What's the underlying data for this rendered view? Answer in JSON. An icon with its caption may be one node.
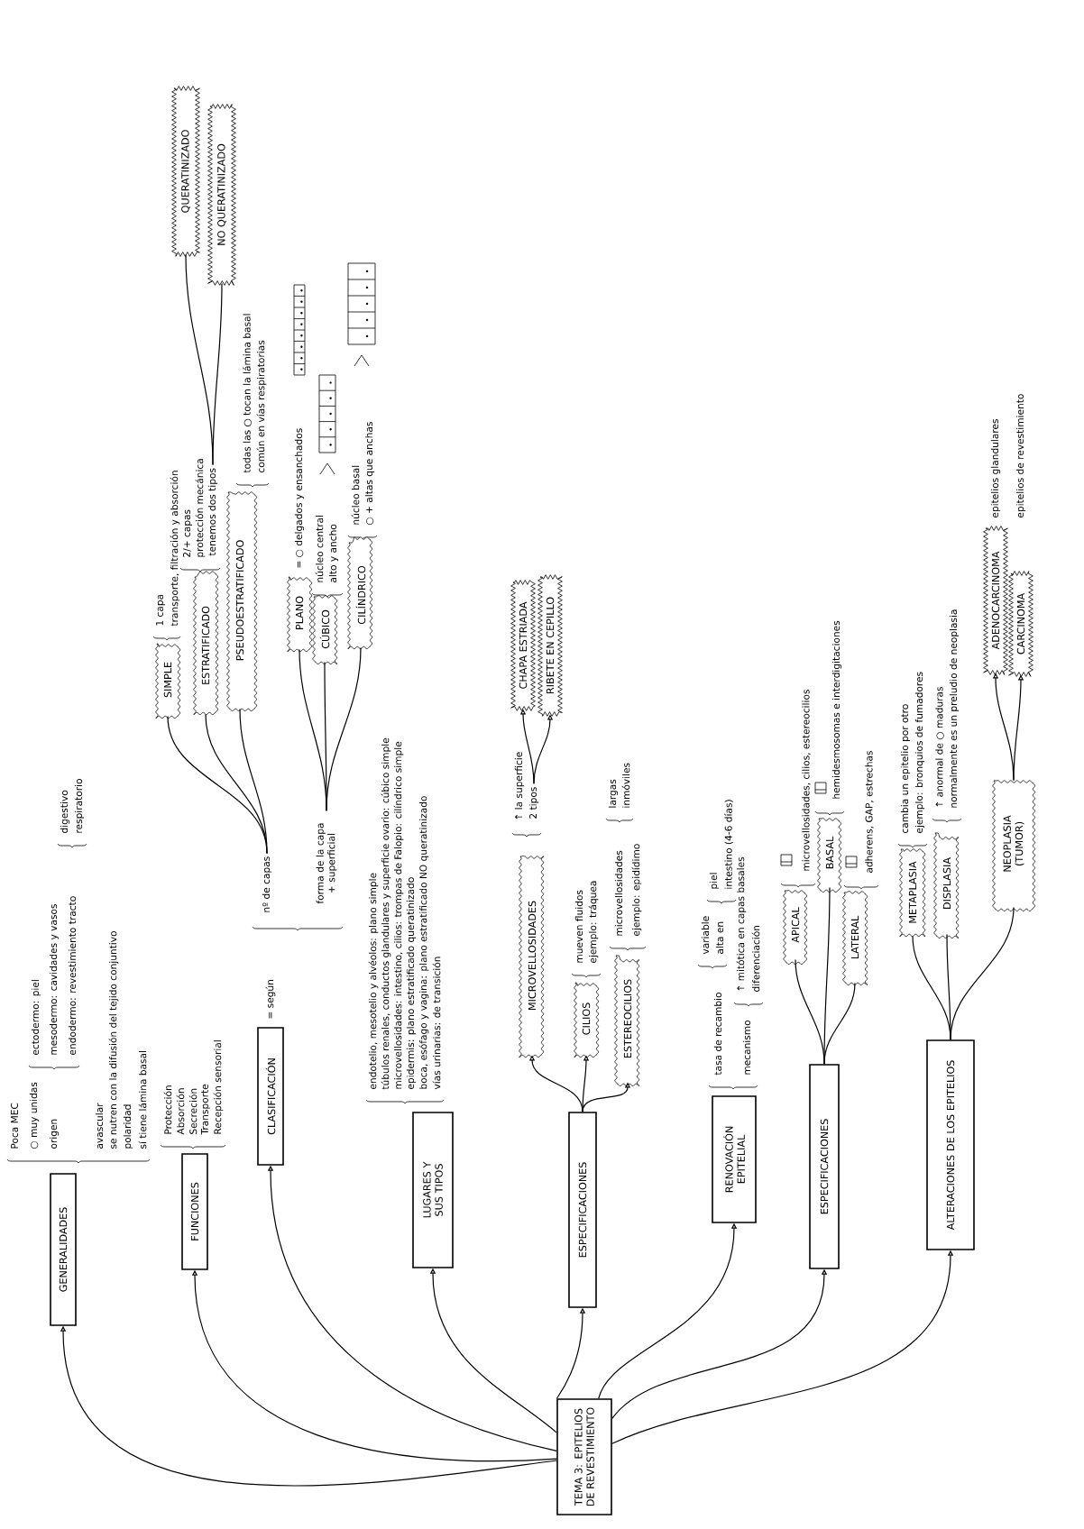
{
  "diagram": {
    "nodes": [
      {
        "text": [
          "TEMA 3: EPITELIOS DE REVESTIMIENTO"
        ]
      },
      {
        "text": [
          "GENERALIDADES"
        ]
      },
      {
        "text": [
          "FUNCIONES"
        ]
      },
      {
        "text": [
          "CLASIFICACIÓN"
        ]
      },
      {
        "text": [
          "nº de capas"
        ]
      },
      {
        "text": [
          "forma de la capa + superficial"
        ]
      },
      {
        "text": [
          "SIMPLE"
        ]
      },
      {
        "text": [
          "ESTRATIFICADO"
        ]
      },
      {
        "text": [
          "tenemos dos tipos"
        ]
      },
      {
        "text": [
          "QUERATINIZADO"
        ]
      },
      {
        "text": [
          "NO QUERATINIZADO"
        ]
      },
      {
        "text": [
          "PSEUDOESTRATIFICADO"
        ]
      },
      {
        "text": [
          "PLANO"
        ]
      },
      {
        "text": [
          "CÚBICO"
        ]
      },
      {
        "text": [
          "CILÍNDRICO"
        ]
      },
      {
        "text": [
          "LUGARES Y SUS TIPOS"
        ]
      },
      {
        "text": [
          "ESPECIFICACIONES"
        ]
      },
      {
        "text": [
          "MICROVELLOSIDADES"
        ]
      },
      {
        "text": [
          "2 tipos"
        ]
      },
      {
        "text": [
          "CHAPA ESTRIADA"
        ]
      },
      {
        "text": [
          "RIBETE EN CEPILLO"
        ]
      },
      {
        "text": [
          "CILIOS"
        ]
      },
      {
        "text": [
          "ESTEREOCILIOS"
        ]
      },
      {
        "text": [
          "RENOVACIÓN EPITELIAL"
        ]
      },
      {
        "text": [
          "ESPECIFICACIONES"
        ]
      },
      {
        "text": [
          "APICAL"
        ]
      },
      {
        "text": [
          "BASAL"
        ]
      },
      {
        "text": [
          "LATERAL"
        ]
      },
      {
        "text": [
          "ALTERACIONES DE LOS EPITELIOS"
        ]
      },
      {
        "text": [
          "METAPLASIA"
        ]
      },
      {
        "text": [
          "DISPLASIA"
        ]
      },
      {
        "text": [
          "NEOPLASIA (TUMOR)"
        ]
      },
      {
        "text": [
          "ADENOCARCINOMA"
        ]
      },
      {
        "text": [
          "CARCINOMA"
        ]
      }
    ],
    "edges": [
      {
        "from": 0,
        "to": 1,
        "arrow": "to"
      },
      {
        "from": 0,
        "to": 2,
        "arrow": "to"
      },
      {
        "from": 0,
        "to": 3,
        "arrow": "to"
      },
      {
        "from": 0,
        "to": 15,
        "arrow": "to"
      },
      {
        "from": 0,
        "to": 16,
        "arrow": "to"
      },
      {
        "from": 0,
        "to": 23,
        "arrow": "to"
      },
      {
        "from": 0,
        "to": 24,
        "arrow": "to"
      },
      {
        "from": 0,
        "to": 28,
        "arrow": "to"
      },
      {
        "from": 4,
        "to": 6,
        "arrow": "none"
      },
      {
        "from": 4,
        "to": 7,
        "arrow": "none"
      },
      {
        "from": 4,
        "to": 11,
        "arrow": "none"
      },
      {
        "from": 8,
        "to": 9,
        "arrow": "none"
      },
      {
        "from": 8,
        "to": 10,
        "arrow": "none"
      },
      {
        "from": 5,
        "to": 12,
        "arrow": "none"
      },
      {
        "from": 5,
        "to": 13,
        "arrow": "none"
      },
      {
        "from": 5,
        "to": 14,
        "arrow": "none"
      },
      {
        "from": 16,
        "to": 17,
        "arrow": "to"
      },
      {
        "from": 16,
        "to": 21,
        "arrow": "to"
      },
      {
        "from": 16,
        "to": 22,
        "arrow": "to"
      },
      {
        "from": 18,
        "to": 19,
        "arrow": "to"
      },
      {
        "from": 18,
        "to": 20,
        "arrow": "to"
      },
      {
        "from": 24,
        "to": 25,
        "arrow": "none"
      },
      {
        "from": 24,
        "to": 26,
        "arrow": "none"
      },
      {
        "from": 24,
        "to": 27,
        "arrow": "none"
      },
      {
        "from": 28,
        "to": 29,
        "arrow": "none"
      },
      {
        "from": 28,
        "to": 30,
        "arrow": "none"
      },
      {
        "from": 28,
        "to": 31,
        "arrow": "none"
      },
      {
        "from": 31,
        "to": 32,
        "arrow": "to"
      },
      {
        "from": 31,
        "to": 33,
        "arrow": "to"
      }
    ],
    "labels": [
      "Poca MEC",
      "○ muy unidas",
      "origen",
      "ectodermo: piel",
      "mesodermo: cavidades y vasos",
      "endodermo: revestimiento tracto",
      "digestivo",
      "respiratorio",
      "avascular",
      "se nutren con la difusión del tejido conjuntivo",
      "polaridad",
      "sí tiene lámina basal",
      "Protección",
      "Absorción",
      "Secreción",
      "Transporte",
      "Recepción sensorial",
      "= según",
      "1 capa",
      "transporte, filtración y absorción",
      "2/+ capas",
      "protección mecánica",
      "todas las ○ tocan la lámina basal",
      "común en vías respiratorias",
      "= ○ delgados y ensanchados",
      "núcleo central",
      "alto y ancho",
      "núcleo basal",
      "○ + altas que anchas",
      "endotelio, mesotelio y alvéolos: plano simple",
      "túbulos renales, conductos glandulares y superficie ovario: cúbico simple",
      "microvellosidades: intestino, cilios: trompas de Falopio: cilíndrico simple",
      "epidermis: plano estratificado queratinizado",
      "boca, esófago y vagina: plano estratificado NO queratinizado",
      "vías urinarias: de transición",
      "↑ la superficie",
      "mueven fluidos",
      "ejemplo: tráquea",
      "microvellosidades",
      "largas",
      "inmóviles",
      "ejemplo: epidídimo",
      "tasa de recambio",
      "variable",
      "alta en",
      "piel",
      "intestino (4-6 días)",
      "mecanismo",
      "↑ mitótica en capas basales",
      "diferenciación",
      "microvellosidades, cilios, estereocilios",
      "hemidesmosomas e interdigitaciones",
      "adherens, GAP, estrechas",
      "cambia un epitelio por otro",
      "ejemplo: bronquios de fumadores",
      "↑ anormal de ○ maduras",
      "normalmente es un preludio de neoplasia",
      "epitelios glandulares",
      "epitelios de revestimiento"
    ]
  }
}
